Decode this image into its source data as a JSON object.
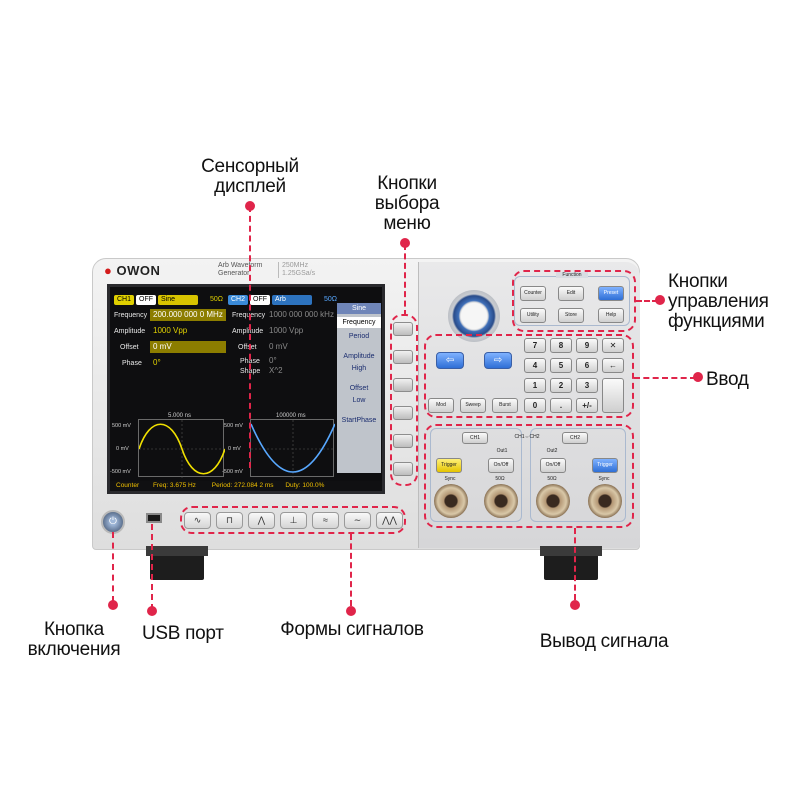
{
  "annotations": {
    "touch_display": "Сенсорный\nдисплей",
    "menu_buttons": "Кнопки\nвыбора\nменю",
    "function_buttons": "Кнопки\nуправления\nфункциями",
    "input": "Ввод",
    "power_button": "Кнопка\nвключения",
    "usb_port": "USB порт",
    "waveforms": "Формы сигналов",
    "signal_output": "Вывод сигнала"
  },
  "accent_color": "#e0254a",
  "device": {
    "logo": "OWON",
    "model_line1": "Arb Waveform",
    "model_line2": "Generator",
    "model_spec1": "250MHz",
    "model_spec2": "1.25GSa/s"
  },
  "screen": {
    "ch1": {
      "label": "CH1",
      "state": "OFF",
      "wave": "Sine",
      "impedance": "50Ω",
      "frequency_label": "Frequency",
      "frequency_value": "200.000 000 0  MHz",
      "amplitude_label": "Amplitude",
      "amplitude_value": "1000 Vpp",
      "offset_label": "Offset",
      "offset_value": "0 mV",
      "phase_label": "Phase",
      "phase_value": "0°",
      "grid_top": "5.000 ns",
      "y_top": "500 mV",
      "y_mid": "0 mV",
      "y_bot": "-500 mV"
    },
    "ch2": {
      "label": "CH2",
      "state": "OFF",
      "wave": "Arb",
      "impedance": "50Ω",
      "frequency_label": "Frequency",
      "frequency_value": "1000 000 000 kHz",
      "amplitude_label": "Amplitude",
      "amplitude_value": "1000 Vpp",
      "offset_label": "Offset",
      "offset_value": "0 mV",
      "phase_label": "Phase",
      "phase_value": "0°",
      "shape_label": "Shape",
      "shape_value": "X^2",
      "grid_top": "100000 ms",
      "y_top": "500 mV",
      "y_mid": "0 mV",
      "y_bot": "-500 mV"
    },
    "menu": [
      "Sine",
      "Frequency",
      "Period",
      "Amplitude",
      "High",
      "Offset",
      "Low",
      "StartPhase"
    ],
    "status": {
      "counter": "Counter",
      "freq": "Freq: 3.675 Hz",
      "period": "Period: 272.084 2 ms",
      "duty": "Duty: 100.0%"
    }
  },
  "keypad": {
    "keys": [
      "7",
      "8",
      "9",
      "✕",
      "4",
      "5",
      "6",
      "←",
      "1",
      "2",
      "3",
      "",
      "0",
      ".",
      "+/-",
      ""
    ],
    "mod": "Mod",
    "sweep": "Sweep",
    "burst": "Burst"
  },
  "function_keys": {
    "title": "Function",
    "counter": "Counter",
    "edit": "Edit",
    "preset": "Preset",
    "utility": "Utility",
    "store": "Store",
    "help": "Help"
  },
  "outputs": {
    "ch1": "CH1",
    "chboth": "CH1⇔CH2",
    "ch2": "CH2",
    "out1": "Out1",
    "out2": "Out2",
    "trigger": "Trigger",
    "onoff": "On/Off",
    "sync": "Sync",
    "ohm": "50Ω"
  }
}
